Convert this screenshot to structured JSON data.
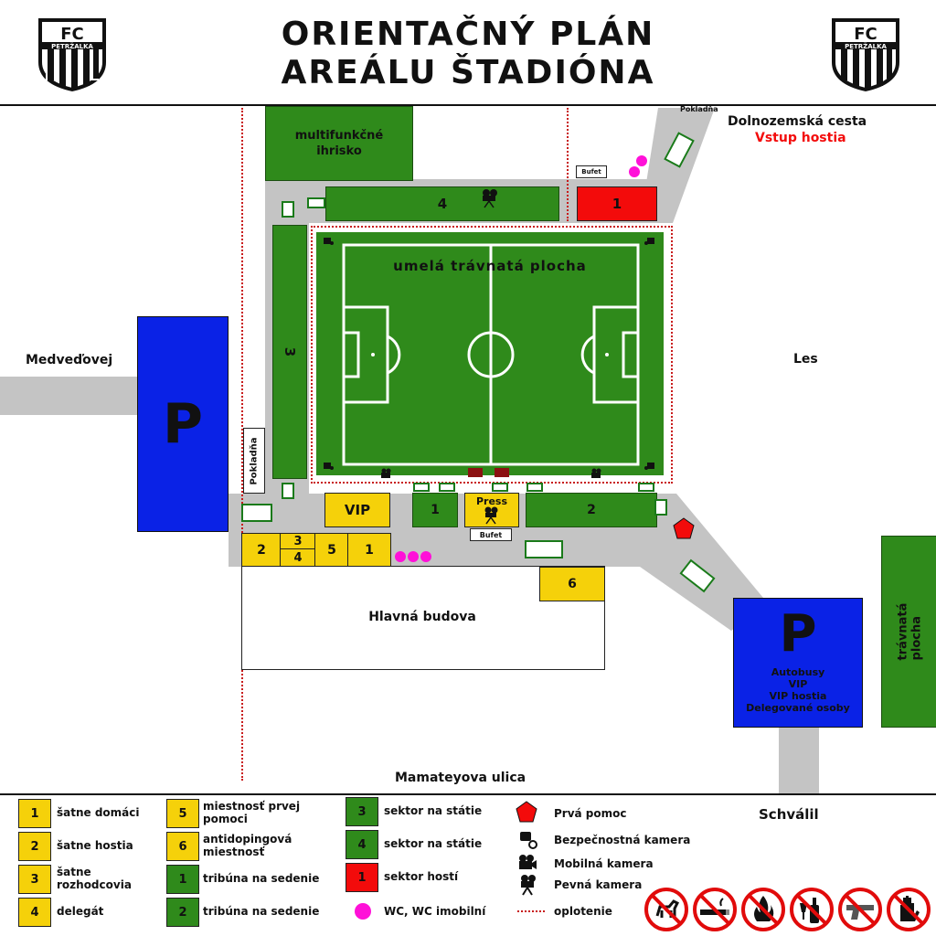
{
  "header": {
    "title_line1": "ORIENTAČNÝ PLÁN",
    "title_line2": "AREÁLU ŠTADIÓNA",
    "logo_text_top": "FC",
    "logo_text_bottom": "PETRŽALKA"
  },
  "map": {
    "field_label": "umelá trávnatá plocha",
    "multifunction_label": "multifunkčné ihrisko",
    "sector4_label": "4",
    "sector1_label": "1",
    "sector3_label": "3",
    "tribune1_label": "1",
    "tribune2_label": "2",
    "vip_label": "VIP",
    "press_label": "Press",
    "bufet_top": "Bufet",
    "bufet_bottom": "Bufet",
    "pokladna_top": "Pokladňa",
    "pokladna_left": "Pokladňa",
    "street_dolnozemska": "Dolnozemská cesta",
    "entry_guests": "Vstup hostia",
    "street_medvedovej": "Medveďovej",
    "les_label": "Les",
    "parking_left": "P",
    "parking_right": "P",
    "parking_right_lines": [
      "Autobusy",
      "VIP",
      "VIP hostia",
      "Delegované osoby"
    ],
    "grass_right": "trávnatá plocha",
    "main_building": "Hlavná budova",
    "street_mamateyova": "Mamateyova ulica",
    "room_2": "2",
    "room_3": "3",
    "room_4": "4",
    "room_5": "5",
    "room_1": "1",
    "room_6": "6"
  },
  "approval": "Schválil",
  "legend": {
    "col1": [
      {
        "num": "1",
        "text": "šatne domáci"
      },
      {
        "num": "2",
        "text": "šatne hostia"
      },
      {
        "num": "3",
        "text": "šatne rozhodcovia"
      },
      {
        "num": "4",
        "text": "delegát"
      }
    ],
    "col2": [
      {
        "num": "5",
        "text": "miestnosť prvej pomoci"
      },
      {
        "num": "6",
        "text": "antidopingová miestnosť"
      },
      {
        "num": "1",
        "text": "tribúna na sedenie"
      },
      {
        "num": "2",
        "text": "tribúna na sedenie"
      }
    ],
    "col3": [
      {
        "num": "3",
        "text": "sektor na státie"
      },
      {
        "num": "4",
        "text": "sektor na státie"
      },
      {
        "num": "1",
        "text": "sektor hostí"
      },
      {
        "num": "",
        "text": "WC, WC imobilní"
      }
    ],
    "col4": [
      {
        "text": "Prvá pomoc"
      },
      {
        "text": "Bezpečnostná kamera"
      },
      {
        "text": "Mobilná kamera"
      },
      {
        "text": "Pevná kamera"
      },
      {
        "text": "oplotenie"
      }
    ],
    "prohibition_icons": [
      "no-dogs-icon",
      "no-smoking-icon",
      "no-fire-icon",
      "no-alcohol-icon",
      "no-weapons-icon",
      "no-entry-hand-icon"
    ]
  },
  "colors": {
    "green": "#2f8a1b",
    "yellow": "#f5d10a",
    "blue": "#0a22e6",
    "red": "#f30b0b",
    "road": "#c4c4c4",
    "pink": "#ff10d8",
    "fence": "#c81a1a"
  }
}
